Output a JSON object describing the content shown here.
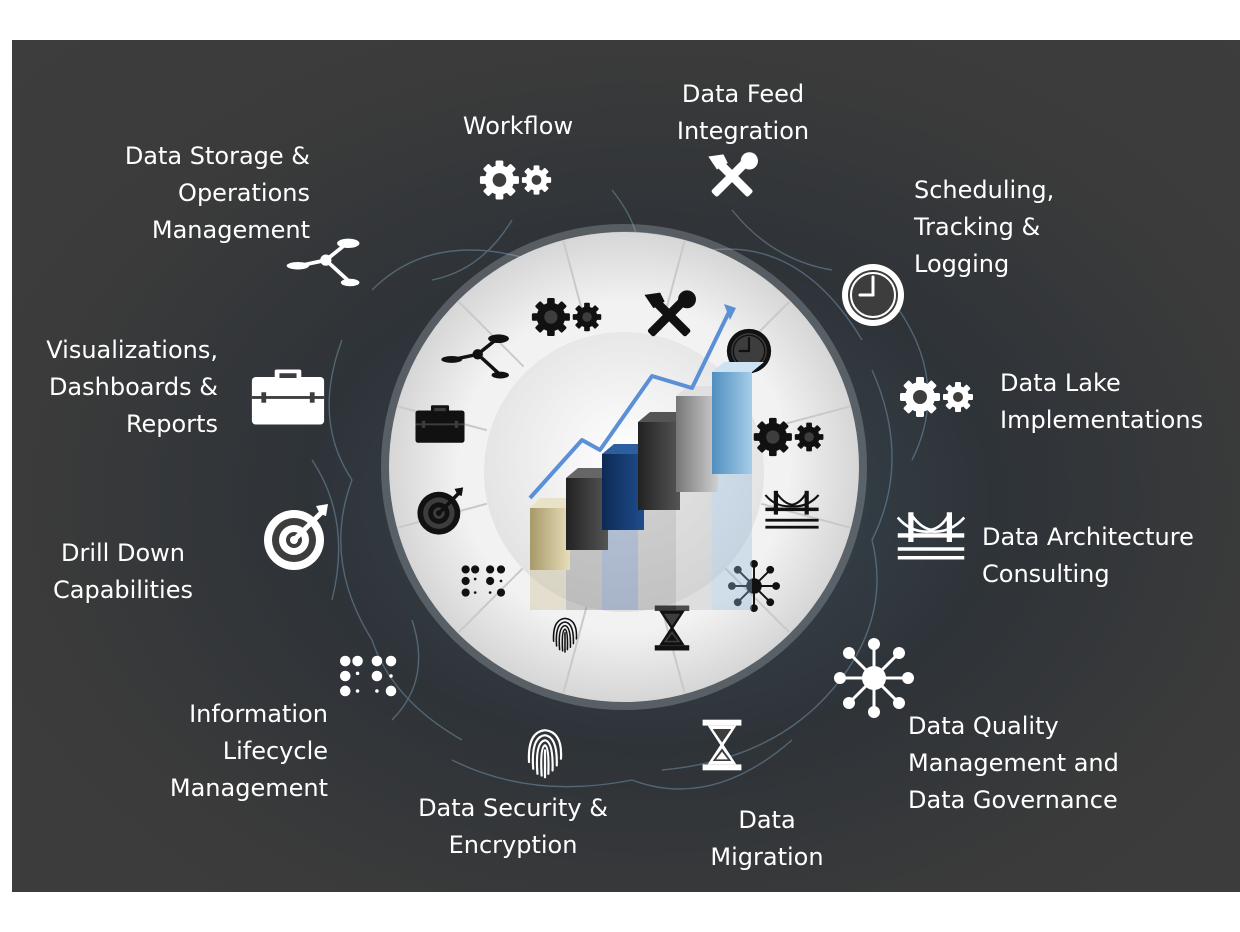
{
  "labels": {
    "workflow": "Workflow",
    "data_feed_integration": "Data Feed\nIntegration",
    "data_storage": "Data Storage &\nOperations\nManagement",
    "scheduling": "Scheduling,\nTracking &\nLogging",
    "visualizations": "Visualizations,\nDashboards &\nReports",
    "data_lake": "Data Lake\nImplementations",
    "drill_down": "Drill Down\nCapabilities",
    "data_architecture": "Data Architecture\nConsulting",
    "information_lifecycle": "Information\nLifecycle\nManagement",
    "data_quality": "Data Quality\nManagement and\nData Governance",
    "data_security": "Data Security &\nEncryption",
    "data_migration": "Data\nMigration"
  },
  "colors": {
    "background": "#3b3b3b",
    "ring": "#e6e6e6",
    "text": "#ffffff",
    "trend_line": "#5b8fd6"
  },
  "icons": {
    "workflow": "gears-icon",
    "data_feed_integration": "tools-icon",
    "data_storage": "drone-icon",
    "scheduling": "clock-icon",
    "visualizations": "briefcase-icon",
    "data_lake": "gears-icon",
    "drill_down": "target-icon",
    "data_architecture": "bridge-icon",
    "information_lifecycle": "dots-icon",
    "data_quality": "network-icon",
    "data_security": "fingerprint-icon",
    "data_migration": "hourglass-icon"
  }
}
